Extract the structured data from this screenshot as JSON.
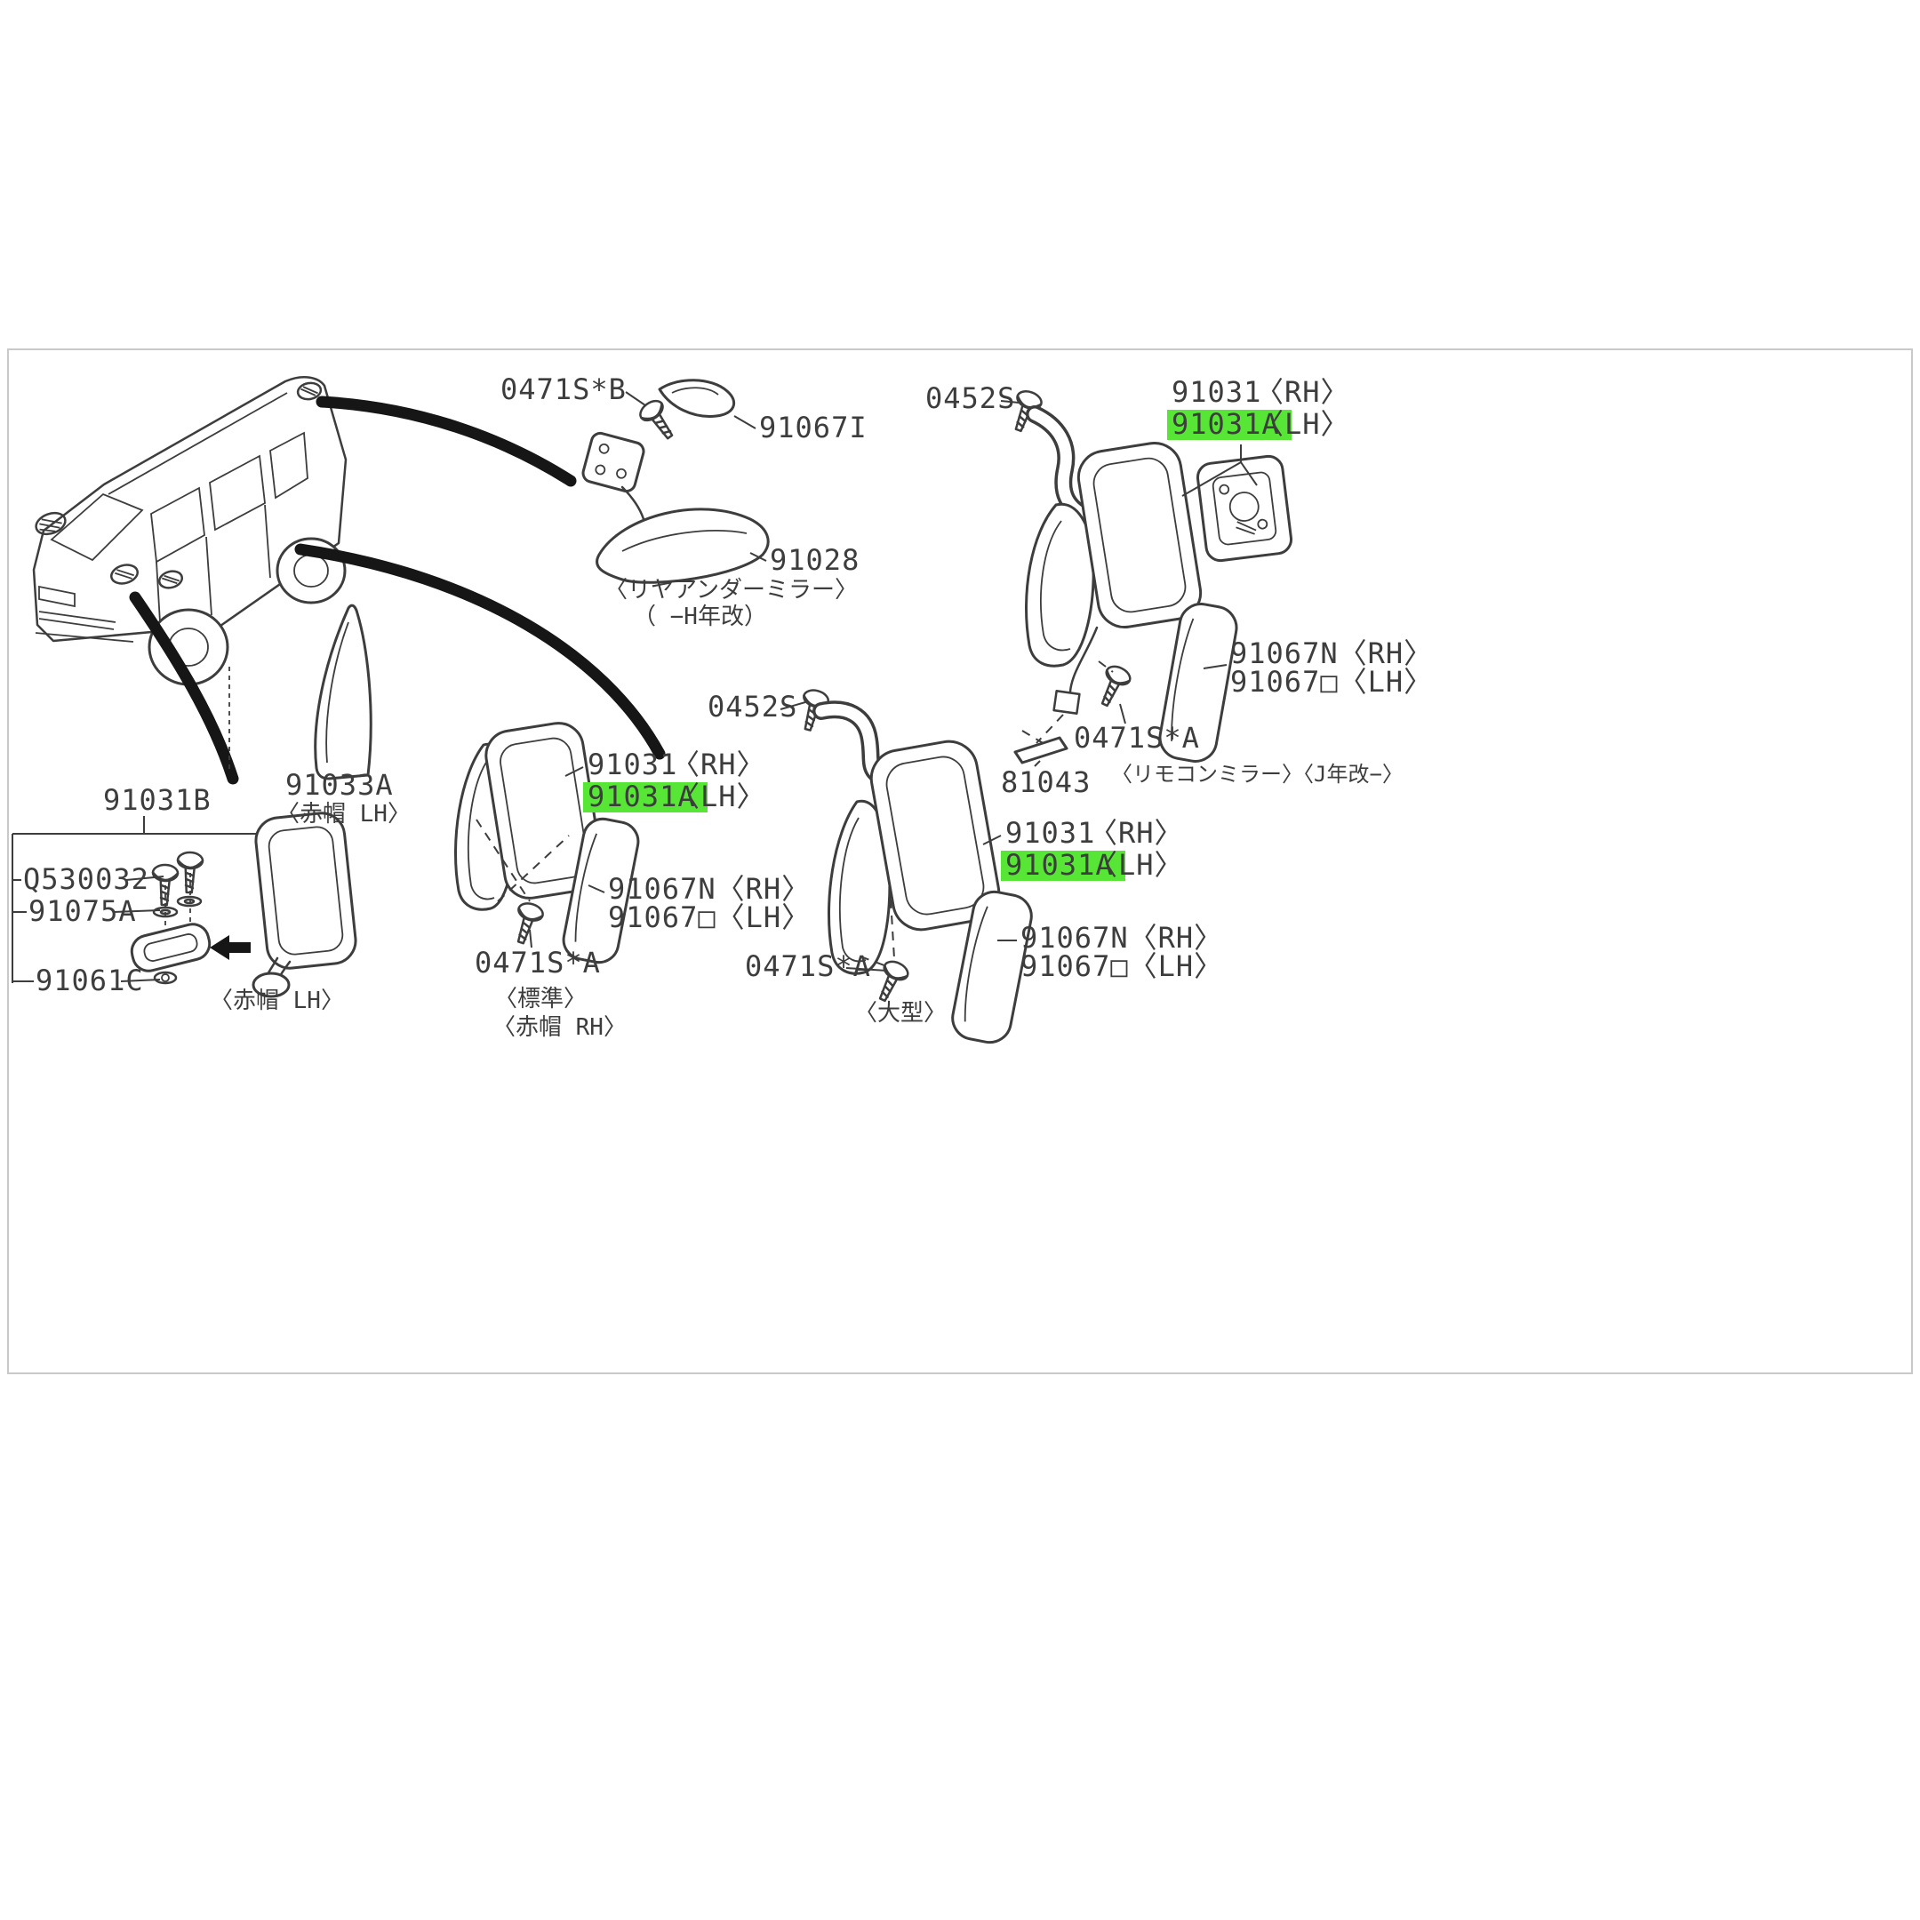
{
  "diagram": {
    "highlight_color": "#57e636",
    "rear_under": {
      "screw": "0471S*B",
      "arm": "91067I",
      "mirror": "91028",
      "caption_line1": "〈リヤアンダーミラー〉",
      "caption_line2": "（ −H年改）"
    },
    "remote": {
      "top_screw": "0452S",
      "part_rh": "91031",
      "side_rh": "〈RH〉",
      "part_lh": "91031A",
      "side_lh": "〈LH〉",
      "panel_rh": "91067N〈RH〉",
      "panel_lh": "91067□〈LH〉",
      "lower_screw": "0471S*A",
      "bracket_plate": "81043",
      "caption": "〈リモコンミラー〉〈J年改−〉"
    },
    "standard": {
      "part_rh": "91031",
      "side_rh": "〈RH〉",
      "part_lh": "91031A",
      "side_lh": "〈LH〉",
      "panel_rh": "91067N〈RH〉",
      "panel_lh": "91067□〈LH〉",
      "lower_screw": "0471S*A",
      "caption_line1": "〈標準〉",
      "caption_line2": "〈赤帽 RH〉"
    },
    "large": {
      "top_screw": "0452S",
      "part_rh": "91031",
      "side_rh": "〈RH〉",
      "part_lh": "91031A",
      "side_lh": "〈LH〉",
      "panel_rh": "91067N〈RH〉",
      "panel_lh": "91067□〈LH〉",
      "lower_screw": "0471S*A",
      "caption": "〈大型〉"
    },
    "akabou": {
      "bracket": "91033A",
      "bracket_caption": "〈赤帽 LH〉",
      "mirror_assy": "91031B",
      "bolt": "Q530032",
      "washer": "91075A",
      "nut": "91061C",
      "caption": "〈赤帽 LH〉"
    }
  }
}
